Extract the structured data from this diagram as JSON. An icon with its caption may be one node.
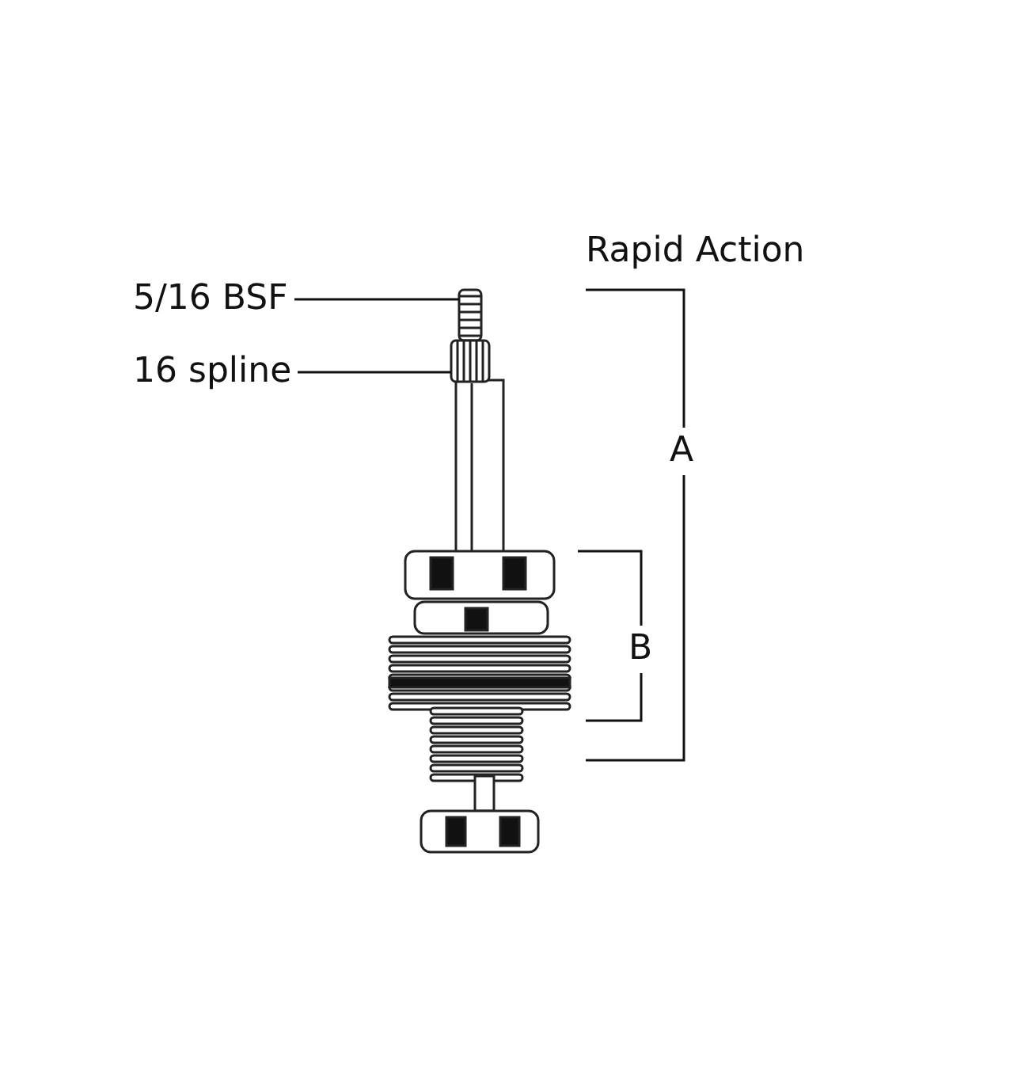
{
  "diagram": {
    "title": "Rapid Action",
    "nodes": [
      {
        "text": [
          "5/16 BSF"
        ]
      },
      {
        "text": [],
        "shape": "picture"
      },
      {
        "text": [
          "16 spline"
        ]
      },
      {
        "text": [],
        "shape": "picture"
      }
    ],
    "edges": [
      {
        "from": 0,
        "to": 1,
        "arrow": "none"
      },
      {
        "from": 2,
        "to": 3,
        "arrow": "none"
      }
    ],
    "labels": [
      "A",
      "B"
    ]
  }
}
